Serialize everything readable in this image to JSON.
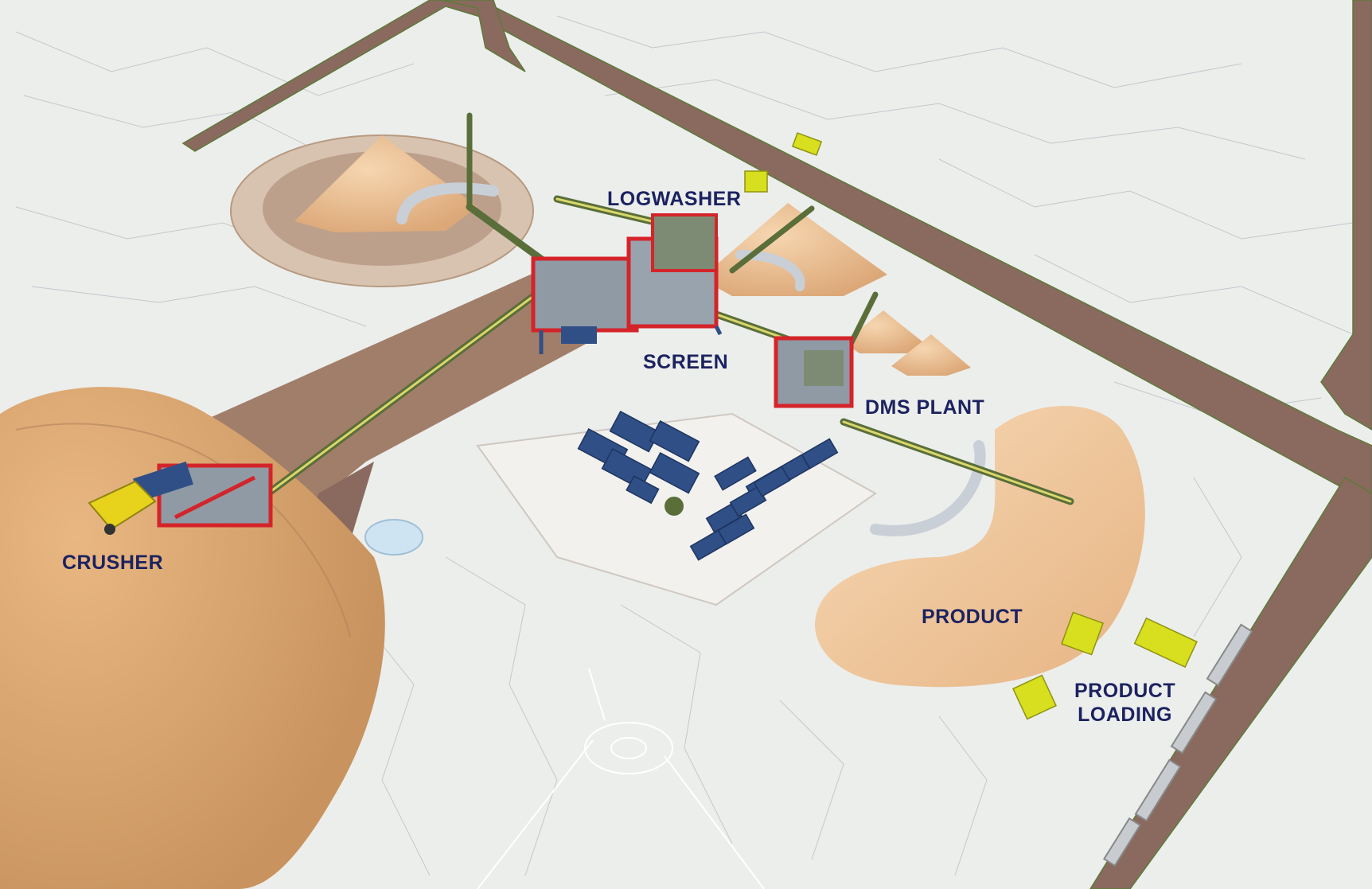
{
  "labels": {
    "logwasher": "LOGWASHER",
    "screen": "SCREEN",
    "dms_plant": "DMS PLANT",
    "crusher": "CRUSHER",
    "product": "PRODUCT",
    "product_loading_line1": "PRODUCT",
    "product_loading_line2": "LOADING"
  },
  "colors": {
    "terrain": "#eceeec",
    "haul_road": "#8a6a5e",
    "stockpile": "#e8b98a",
    "stockpile_light": "#f3cfa6",
    "structure_red": "#d4242a",
    "conveyor_green": "#5a6e3a",
    "container_blue": "#2f4f86",
    "vehicle_yellow": "#d7df1e",
    "label_text": "#1c2260"
  }
}
